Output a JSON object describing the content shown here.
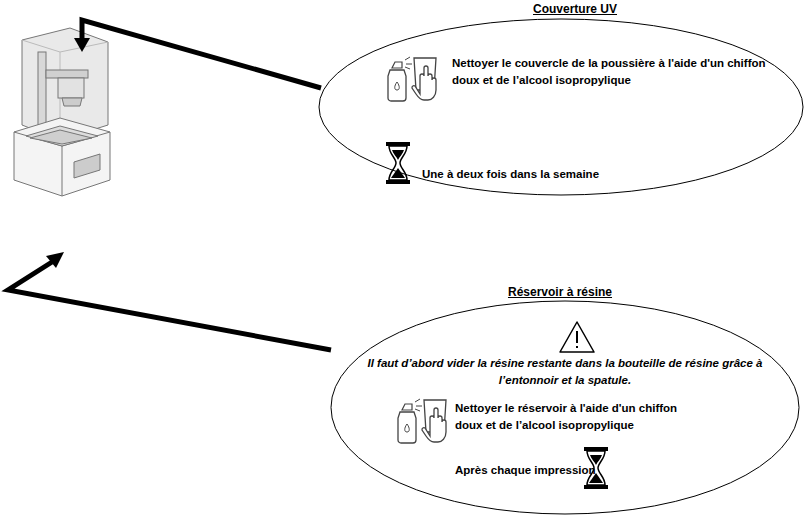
{
  "diagram": {
    "nodes": [
      {
        "text": [
          "Couverture UV",
          "Nettoyer le couvercle de la poussière à l'aide d'un chiffon doux et de l’alcool isopropylique",
          "Une à deux fois dans la semaine"
        ]
      },
      {
        "text": [
          "Réservoir à résine",
          "Il faut d’abord vider la résine restante dans la bouteille de résine grâce à l’entonnoir et la spatule.",
          "Nettoyer le réservoir à l'aide d'un chiffon doux et de l’alcool isopropylique",
          "Après chaque impression"
        ]
      }
    ]
  }
}
